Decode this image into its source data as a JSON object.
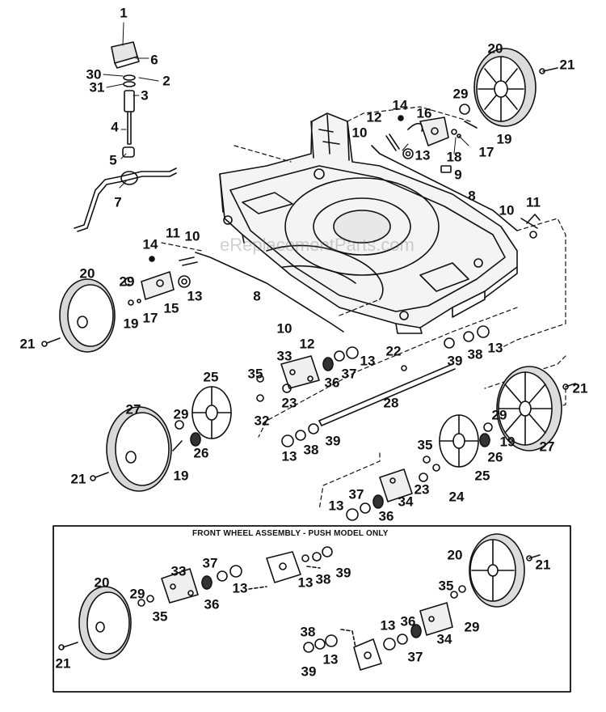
{
  "watermark": "eReplacementParts.com",
  "inset": {
    "title": "FRONT WHEEL ASSEMBLY - PUSH MODEL ONLY"
  },
  "callouts": [
    {
      "id": "c1",
      "label": "1"
    },
    {
      "id": "c6",
      "label": "6"
    },
    {
      "id": "c2",
      "label": "2"
    },
    {
      "id": "c30",
      "label": "30"
    },
    {
      "id": "c31",
      "label": "31"
    },
    {
      "id": "c3",
      "label": "3"
    },
    {
      "id": "c4",
      "label": "4"
    },
    {
      "id": "c5",
      "label": "5"
    },
    {
      "id": "c7",
      "label": "7"
    },
    {
      "id": "c20a",
      "label": "20"
    },
    {
      "id": "c21a",
      "label": "21"
    },
    {
      "id": "c29a",
      "label": "29"
    },
    {
      "id": "c14a",
      "label": "14"
    },
    {
      "id": "c16",
      "label": "16"
    },
    {
      "id": "c12a",
      "label": "12"
    },
    {
      "id": "c10a",
      "label": "10"
    },
    {
      "id": "c13a",
      "label": "13"
    },
    {
      "id": "c18",
      "label": "18"
    },
    {
      "id": "c17a",
      "label": "17"
    },
    {
      "id": "c19a",
      "label": "19"
    },
    {
      "id": "c9",
      "label": "9"
    },
    {
      "id": "c8a",
      "label": "8"
    },
    {
      "id": "c10b",
      "label": "10"
    },
    {
      "id": "c11a",
      "label": "11"
    },
    {
      "id": "c14b",
      "label": "14"
    },
    {
      "id": "c11b",
      "label": "11"
    },
    {
      "id": "c10c",
      "label": "10"
    },
    {
      "id": "c20b",
      "label": "20"
    },
    {
      "id": "c29b",
      "label": "29"
    },
    {
      "id": "c13b",
      "label": "13"
    },
    {
      "id": "c15",
      "label": "15"
    },
    {
      "id": "c17b",
      "label": "17"
    },
    {
      "id": "c19b",
      "label": "19"
    },
    {
      "id": "c8b",
      "label": "8"
    },
    {
      "id": "c21b",
      "label": "21"
    },
    {
      "id": "c10d",
      "label": "10"
    },
    {
      "id": "c12b",
      "label": "12"
    },
    {
      "id": "c33a",
      "label": "33"
    },
    {
      "id": "c13c",
      "label": "13"
    },
    {
      "id": "c22",
      "label": "22"
    },
    {
      "id": "c39a",
      "label": "39"
    },
    {
      "id": "c38a",
      "label": "38"
    },
    {
      "id": "c13d",
      "label": "13"
    },
    {
      "id": "c35a",
      "label": "35"
    },
    {
      "id": "c37a",
      "label": "37"
    },
    {
      "id": "c36a",
      "label": "36"
    },
    {
      "id": "c25a",
      "label": "25"
    },
    {
      "id": "c23a",
      "label": "23"
    },
    {
      "id": "c21c",
      "label": "21"
    },
    {
      "id": "c28",
      "label": "28"
    },
    {
      "id": "c32",
      "label": "32"
    },
    {
      "id": "c27a",
      "label": "27"
    },
    {
      "id": "c29c",
      "label": "29"
    },
    {
      "id": "c26a",
      "label": "26"
    },
    {
      "id": "c13e",
      "label": "13"
    },
    {
      "id": "c38b",
      "label": "38"
    },
    {
      "id": "c39b",
      "label": "39"
    },
    {
      "id": "c29d",
      "label": "29"
    },
    {
      "id": "c19c",
      "label": "19"
    },
    {
      "id": "c27b",
      "label": "27"
    },
    {
      "id": "c21d",
      "label": "21"
    },
    {
      "id": "c19d",
      "label": "19"
    },
    {
      "id": "c35b",
      "label": "35"
    },
    {
      "id": "c26b",
      "label": "26"
    },
    {
      "id": "c25b",
      "label": "25"
    },
    {
      "id": "c23b",
      "label": "23"
    },
    {
      "id": "c24",
      "label": "24"
    },
    {
      "id": "c13f",
      "label": "13"
    },
    {
      "id": "c37b",
      "label": "37"
    },
    {
      "id": "c34a",
      "label": "34"
    },
    {
      "id": "c36b",
      "label": "36"
    },
    {
      "id": "c33b",
      "label": "33"
    },
    {
      "id": "c37c",
      "label": "37"
    },
    {
      "id": "c13g",
      "label": "13"
    },
    {
      "id": "c36c",
      "label": "36"
    },
    {
      "id": "c13h",
      "label": "13"
    },
    {
      "id": "c38c",
      "label": "38"
    },
    {
      "id": "c39c",
      "label": "39"
    },
    {
      "id": "c20c",
      "label": "20"
    },
    {
      "id": "c21e",
      "label": "21"
    },
    {
      "id": "c20d",
      "label": "20"
    },
    {
      "id": "c29e",
      "label": "29"
    },
    {
      "id": "c35c",
      "label": "35"
    },
    {
      "id": "c21f",
      "label": "21"
    },
    {
      "id": "c35d",
      "label": "35"
    },
    {
      "id": "c29f",
      "label": "29"
    },
    {
      "id": "c34b",
      "label": "34"
    },
    {
      "id": "c13i",
      "label": "13"
    },
    {
      "id": "c36d",
      "label": "36"
    },
    {
      "id": "c37d",
      "label": "37"
    },
    {
      "id": "c38d",
      "label": "38"
    },
    {
      "id": "c13j",
      "label": "13"
    },
    {
      "id": "c39d",
      "label": "39"
    }
  ]
}
